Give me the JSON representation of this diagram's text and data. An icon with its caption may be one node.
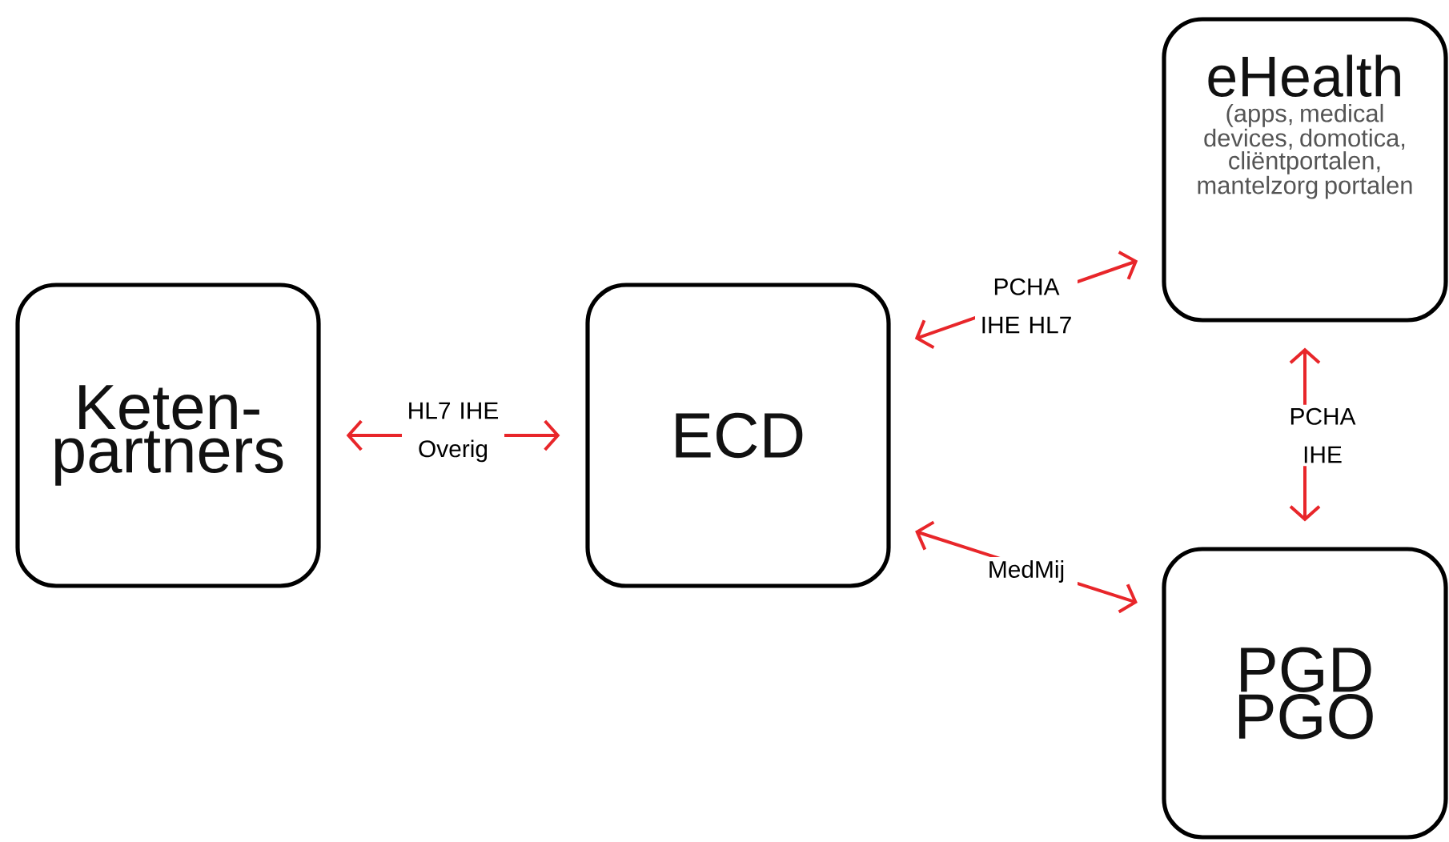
{
  "diagram": {
    "nodes": [
      {
        "text": [
          "Keten-partners"
        ]
      },
      {
        "text": [
          "ECD"
        ]
      },
      {
        "text": [
          "eHealth",
          "(apps, medical devices, domotica, cliëntportalen, mantelzorg portalen"
        ]
      },
      {
        "text": [
          "PGD PGO"
        ]
      }
    ],
    "edges": [
      {
        "from": 0,
        "to": 1,
        "arrow": "both",
        "label": "HL7 IHE Overig",
        "color": "#e8262a"
      },
      {
        "from": 1,
        "to": 2,
        "arrow": "both",
        "label": "PCHA IHE HL7",
        "color": "#e8262a"
      },
      {
        "from": 1,
        "to": 3,
        "arrow": "both",
        "label": "MedMij",
        "color": "#e8262a"
      },
      {
        "from": 2,
        "to": 3,
        "arrow": "both",
        "label": "PCHA IHE",
        "color": "#e8262a"
      }
    ]
  }
}
